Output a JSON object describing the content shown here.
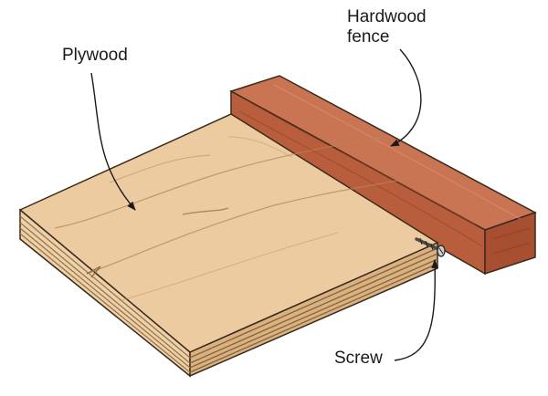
{
  "labels": {
    "plywood": "Plywood",
    "fence_line1": "Hardwood",
    "fence_line2": "fence",
    "screw": "Screw"
  },
  "colors": {
    "plywood_top": "#e9c99a",
    "plywood_edge_light": "#f1dcb8",
    "plywood_edge_dark": "#c79e6c",
    "fence_top": "#c46f4c",
    "fence_side": "#b45a3a",
    "fence_end": "#a64e31",
    "grain": "#b78658",
    "outline": "#3a2a1c"
  },
  "icons": [
    "screw-icon"
  ]
}
